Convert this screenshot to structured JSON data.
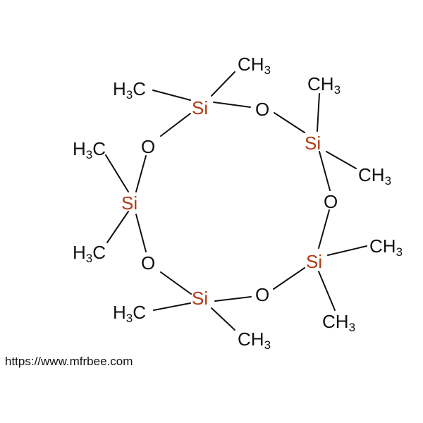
{
  "molecule": {
    "si": [
      "Si",
      "Si",
      "Si",
      "Si",
      "Si"
    ],
    "o": [
      "O",
      "O",
      "O",
      "O",
      "O"
    ],
    "methyl_right": "CH",
    "methyl_left_h": "H",
    "methyl_c": "C",
    "methyl_sub": "3"
  },
  "colors": {
    "silicon": "#b03a14",
    "oxygen": "#111111",
    "bond": "#111111"
  },
  "watermark": "https://www.mfrbee.com"
}
